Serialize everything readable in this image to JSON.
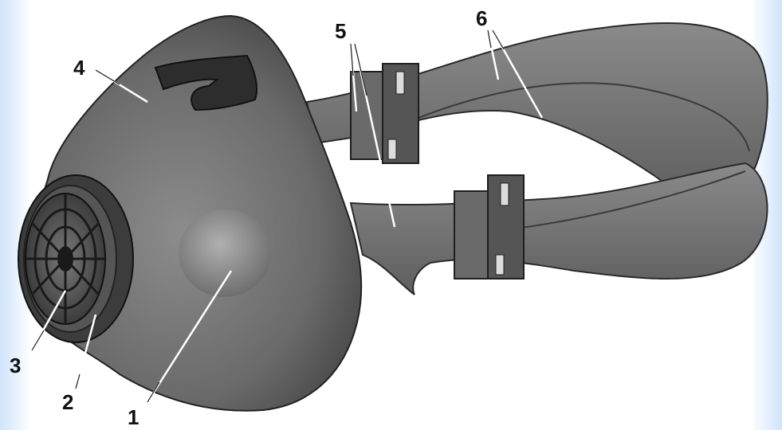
{
  "labels": {
    "mask_body": "1",
    "filter_ring": "2",
    "filter_cartridge": "3",
    "nose_clip": "4",
    "strap_buckles": "5",
    "head_straps": "6"
  },
  "colors": {
    "mask": "#6e6e6e",
    "mask_dark": "#3e3e3e",
    "mask_light": "#9a9a9a",
    "strap": "#7d7d7d",
    "strap_edge": "#2a2a2a",
    "buckle": "#5a5a5a",
    "leader": "#ffffff",
    "label_text": "#111111"
  }
}
